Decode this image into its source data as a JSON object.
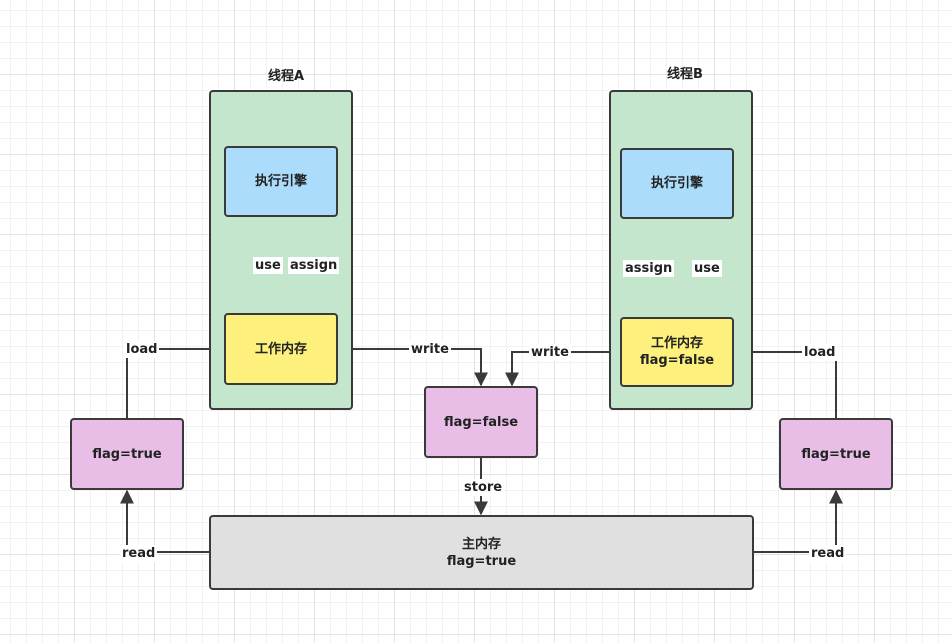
{
  "threadA": {
    "title": "线程A",
    "engine": "执行引擎",
    "work": "工作内存"
  },
  "threadB": {
    "title": "线程B",
    "engine": "执行引擎",
    "work_line1": "工作内存",
    "work_line2": "flag=false"
  },
  "left_flag": "flag=true",
  "right_flag": "flag=true",
  "middle_flag": "flag=false",
  "main_memory": {
    "line1": "主内存",
    "line2": "flag=true"
  },
  "labels": {
    "a_use": "use",
    "a_assign": "assign",
    "a_load": "load",
    "a_write": "write",
    "a_read": "read",
    "b_assign": "assign",
    "b_use": "use",
    "b_write": "write",
    "b_load": "load",
    "b_read": "read",
    "store": "store"
  },
  "colors": {
    "thread_bg": "#c3e6cc",
    "engine_bg": "#abdcfb",
    "work_bg": "#fdf07c",
    "flag_bg": "#e8bde6",
    "main_bg": "#e0e0e0",
    "line": "#3a3a3a"
  }
}
